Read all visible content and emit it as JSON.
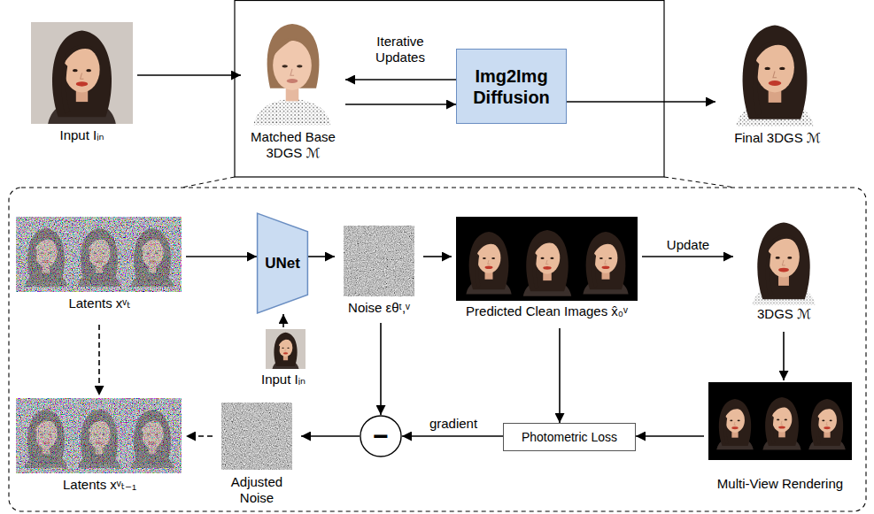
{
  "diagram": {
    "nodes": [
      {
        "text": [
          "Input Iᵢₙ"
        ]
      },
      {
        "text": [
          "Matched Base 3DGS ℳ"
        ]
      },
      {
        "text": [
          "Img2Img Diffusion"
        ]
      },
      {
        "text": [
          "Final 3DGS ℳ"
        ]
      },
      {
        "text": [
          "Latents xᵛₜ"
        ]
      },
      {
        "text": [
          "UNet"
        ]
      },
      {
        "text": [
          "Input Iᵢₙ"
        ]
      },
      {
        "text": [
          "Noise εθᵗ,ᵛ"
        ]
      },
      {
        "text": [
          "Predicted Clean Images x̂₀ᵛ"
        ]
      },
      {
        "text": [
          "3DGS ℳ"
        ]
      },
      {
        "text": [
          "Multi-View Rendering"
        ]
      },
      {
        "text": [
          "Photometric Loss"
        ]
      },
      {
        "text": [
          "−"
        ]
      },
      {
        "text": [
          "Adjusted Noise"
        ]
      },
      {
        "text": [
          "Latents xᵛₜ₋₁"
        ]
      }
    ],
    "edges": [
      {
        "from": 0,
        "to": 1,
        "arrow": "to"
      },
      {
        "from": 2,
        "to": 1,
        "label": "Iterative Updates",
        "arrow": "to"
      },
      {
        "from": 1,
        "to": 2,
        "arrow": "to"
      },
      {
        "from": 2,
        "to": 3,
        "arrow": "to"
      },
      {
        "from": 4,
        "to": 5,
        "arrow": "to"
      },
      {
        "from": 6,
        "to": 5,
        "arrow": "to"
      },
      {
        "from": 5,
        "to": 7,
        "arrow": "to"
      },
      {
        "from": 7,
        "to": 8,
        "arrow": "to"
      },
      {
        "from": 8,
        "to": 9,
        "label": "Update",
        "arrow": "to"
      },
      {
        "from": 9,
        "to": 10,
        "arrow": "to"
      },
      {
        "from": 10,
        "to": 11,
        "arrow": "to"
      },
      {
        "from": 8,
        "to": 11,
        "arrow": "to"
      },
      {
        "from": 11,
        "to": 12,
        "label": "gradient",
        "arrow": "to"
      },
      {
        "from": 7,
        "to": 12,
        "arrow": "to"
      },
      {
        "from": 12,
        "to": 13,
        "arrow": "to"
      },
      {
        "from": 13,
        "to": 14,
        "arrow": "to"
      },
      {
        "from": 4,
        "to": 14,
        "arrow": "to"
      }
    ]
  }
}
